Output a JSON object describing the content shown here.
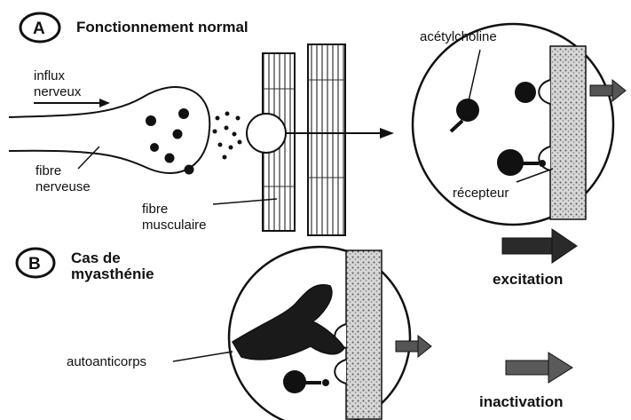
{
  "panel_a": {
    "marker": "A",
    "title": "Fonctionnement normal",
    "influx": "influx",
    "nerveux": "nerveux",
    "fibre_nerveuse_1": "fibre",
    "fibre_nerveuse_2": "nerveuse",
    "fibre_musculaire_1": "fibre",
    "fibre_musculaire_2": "musculaire",
    "acetylcholine": "acétylcholine",
    "recepteur": "récepteur"
  },
  "panel_b": {
    "marker": "B",
    "title_1": "Cas de",
    "title_2": "myasthénie",
    "autoanticorps": "autoanticorps"
  },
  "legend": {
    "excitation": "excitation",
    "inactivation": "inactivation"
  },
  "colors": {
    "ink": "#111111",
    "texture": "#bdbdbd",
    "paper": "#ffffff"
  }
}
